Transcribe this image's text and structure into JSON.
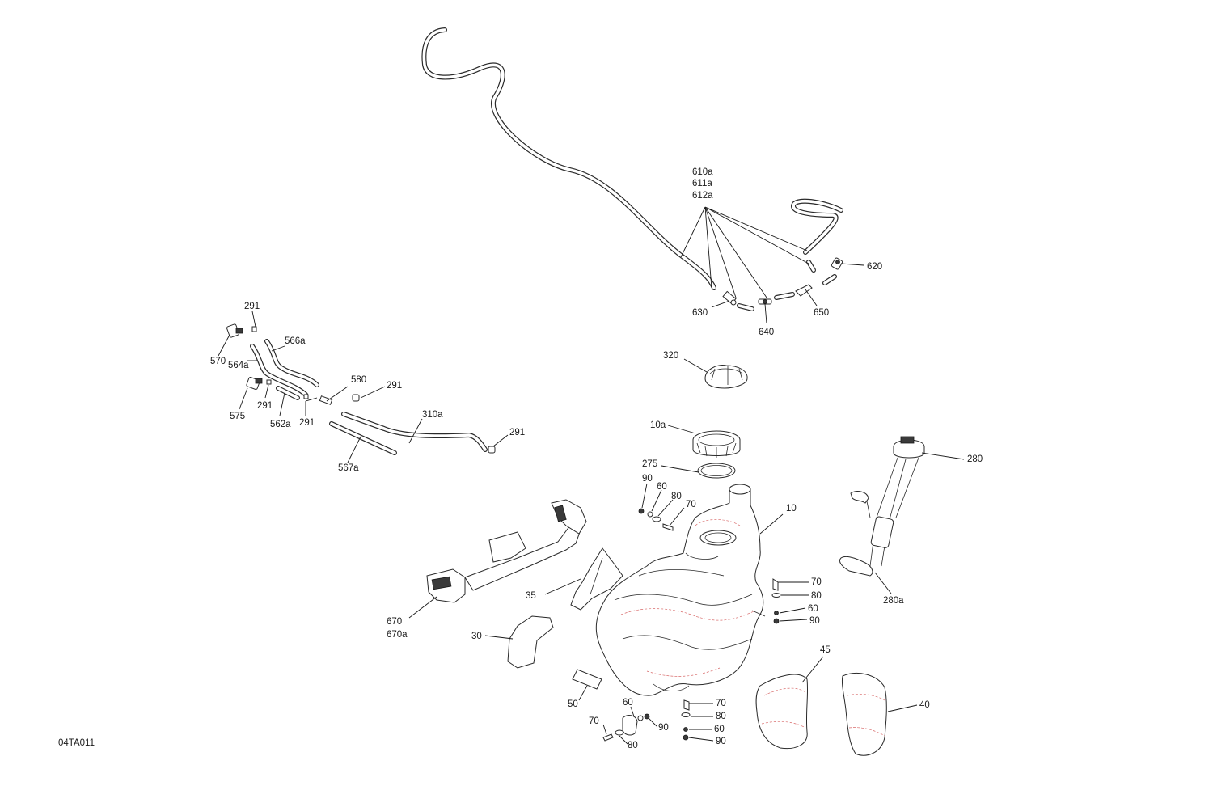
{
  "diagram_code": "04TA011",
  "labels": {
    "610a": "610a",
    "611a": "611a",
    "612a": "612a",
    "620": "620",
    "630": "630",
    "640": "640",
    "650": "650",
    "320": "320",
    "10a": "10a",
    "275": "275",
    "10": "10",
    "280": "280",
    "280a": "280a",
    "291_a": "291",
    "291_b": "291",
    "291_c": "291",
    "291_d": "291",
    "291_e": "291",
    "570": "570",
    "564a": "564a",
    "566a": "566a",
    "575": "575",
    "562a": "562a",
    "580": "580",
    "310a": "310a",
    "567a": "567a",
    "90_a": "90",
    "60_a": "60",
    "80_a": "80",
    "70_a": "70",
    "70_b": "70",
    "80_b": "80",
    "60_b": "60",
    "90_b": "90",
    "35": "35",
    "30": "30",
    "670": "670",
    "670a": "670a",
    "50": "50",
    "45": "45",
    "40": "40",
    "60_c": "60",
    "70_c": "70",
    "90_c": "90",
    "80_c": "80",
    "70_d": "70",
    "80_d": "80",
    "60_d": "60",
    "90_d": "90"
  },
  "parts": {
    "vent_hose": "vent-hose",
    "fuel_tank": "fuel-tank",
    "fuel_pump": "fuel-pump",
    "fuel_cap": "fuel-cap",
    "lock_ring": "lock-ring",
    "o_ring": "o-ring",
    "support_bracket": "support-bracket",
    "heat_shield_35": "heat-shield",
    "heat_shield_30": "heat-shield",
    "protector_45": "protector",
    "protector_40": "protector",
    "pad_50": "pad"
  }
}
